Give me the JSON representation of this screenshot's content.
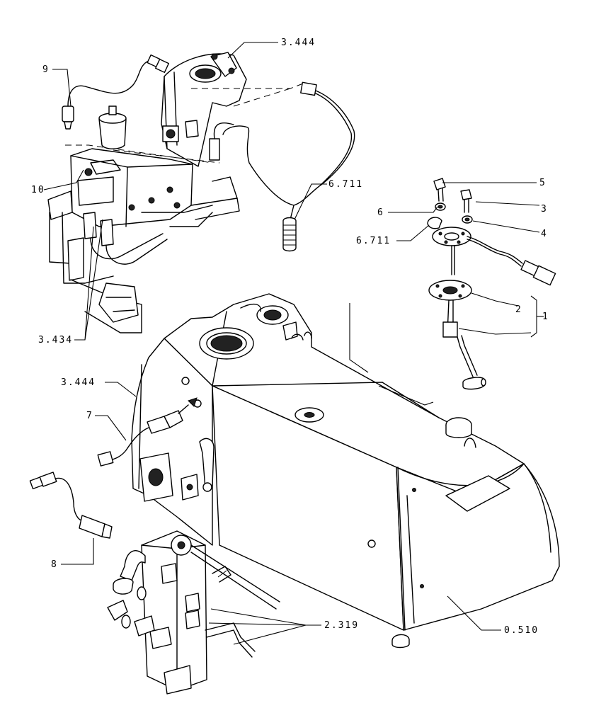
{
  "callouts": {
    "c_3444_top": "3.444",
    "c_9": "9",
    "c_10": "10",
    "c_6711_a": "6.711",
    "c_5": "5",
    "c_6": "6",
    "c_3": "3",
    "c_6711_b": "6.711",
    "c_4": "4",
    "c_2": "2",
    "c_1": "1",
    "c_3434": "3.434",
    "c_3444_mid": "3.444",
    "c_7": "7",
    "c_8": "8",
    "c_2319": "2.319",
    "c_0510": "0.510"
  }
}
